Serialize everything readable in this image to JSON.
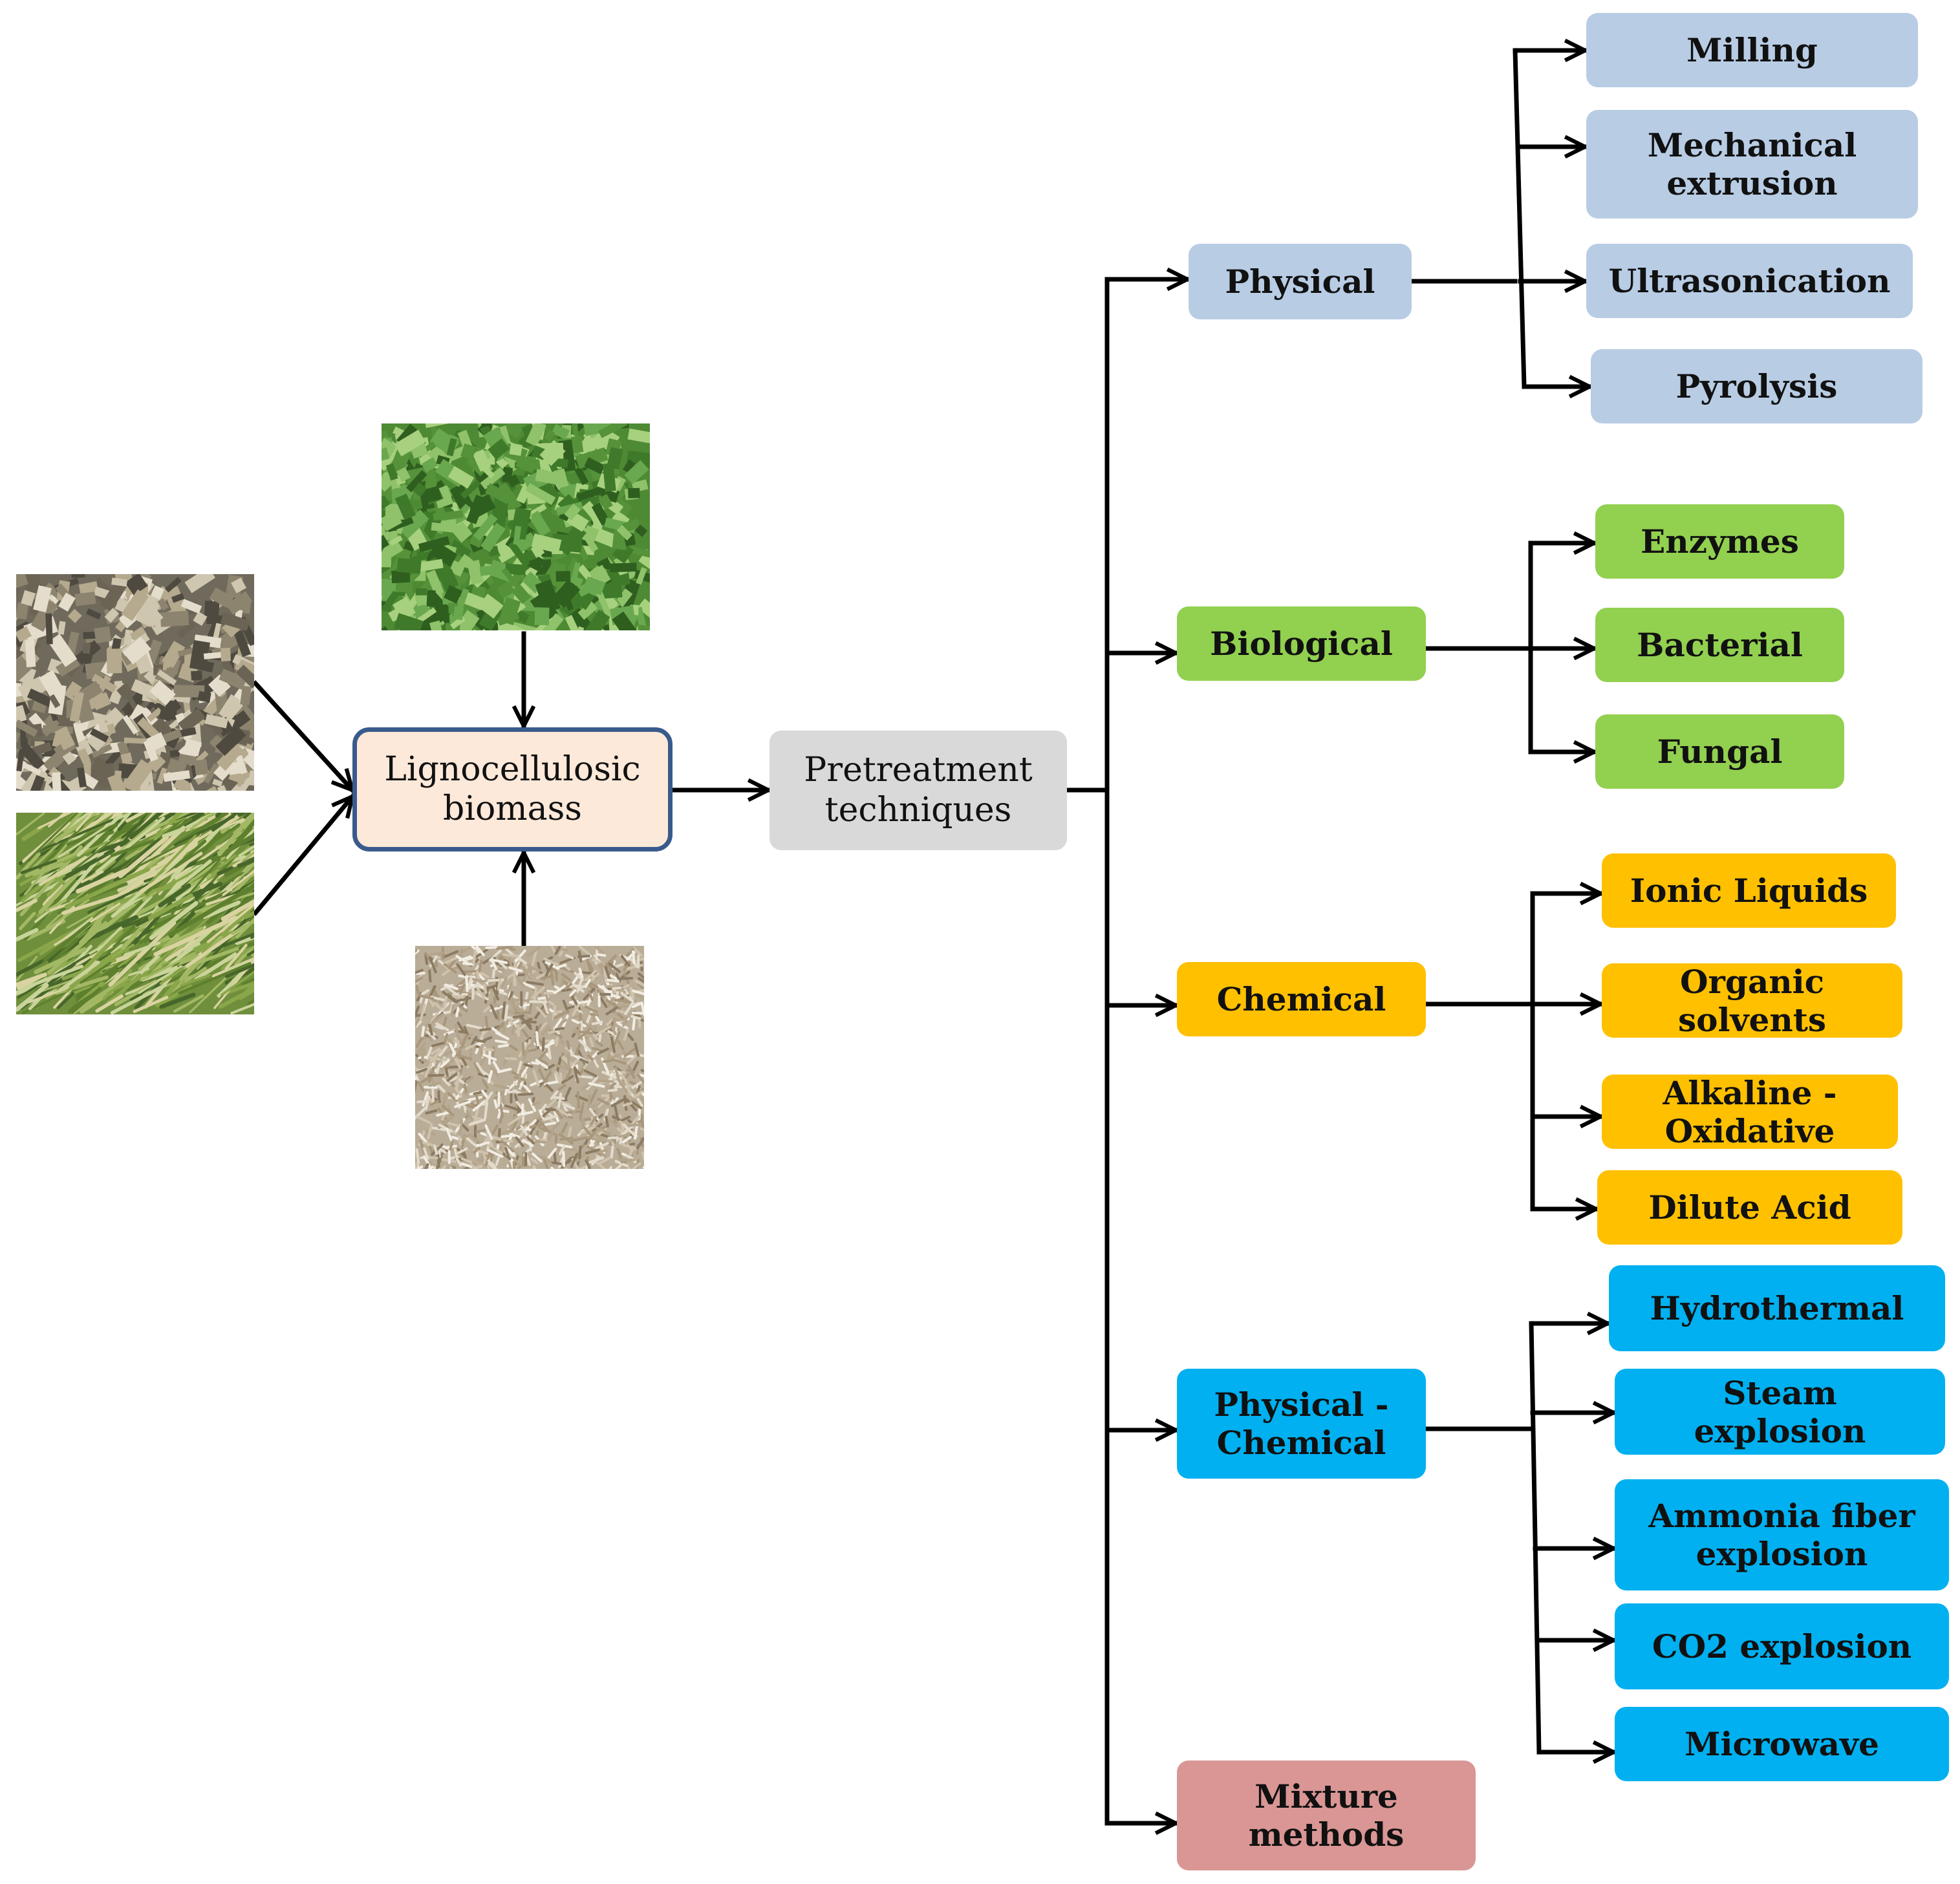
{
  "diagram": {
    "source": {
      "label": "Lignocellulosic\nbiomass"
    },
    "hub": {
      "label": "Pretreatment\ntechniques"
    },
    "categories": [
      {
        "id": "physical",
        "label": "Physical",
        "color": "#b8cce4",
        "children": [
          "Milling",
          "Mechanical\nextrusion",
          "Ultrasonication",
          "Pyrolysis"
        ]
      },
      {
        "id": "biological",
        "label": "Biological",
        "color": "#92d050",
        "children": [
          "Enzymes",
          "Bacterial",
          "Fungal"
        ]
      },
      {
        "id": "chemical",
        "label": "Chemical",
        "color": "#ffc000",
        "children": [
          "Ionic Liquids",
          "Organic\nsolvents",
          "Alkaline -\nOxidative",
          "Dilute Acid"
        ]
      },
      {
        "id": "physical-chemical",
        "label": "Physical -\nChemical",
        "color": "#00b0f0",
        "children": [
          "Hydrothermal",
          "Steam\nexplosion",
          "Ammonia fiber\nexplosion",
          "CO2 explosion",
          "Microwave"
        ]
      },
      {
        "id": "mixture",
        "label": "Mixture\nmethods",
        "color": "#d99694",
        "children": []
      }
    ],
    "photos": [
      {
        "name": "green-leaf-chips-photo",
        "tone": "#4e8a34"
      },
      {
        "name": "dry-leaf-litter-photo",
        "tone": "#8a826f"
      },
      {
        "name": "grass-straw-photo",
        "tone": "#7f9d44"
      },
      {
        "name": "rice-husk-photo",
        "tone": "#c4b9a6"
      }
    ]
  }
}
